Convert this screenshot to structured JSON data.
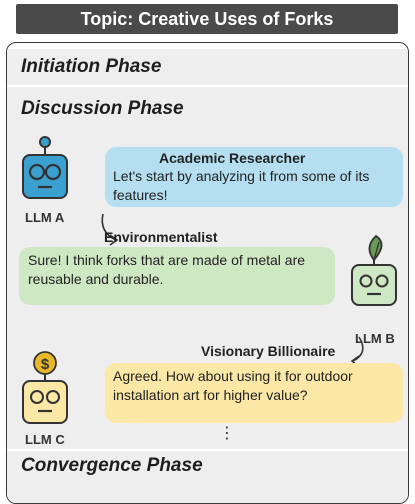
{
  "header": {
    "title": "Topic: Creative Uses of Forks"
  },
  "phases": {
    "initiation": "Initiation Phase",
    "discussion": "Discussion Phase",
    "convergence": "Convergence Phase"
  },
  "agents": {
    "a": {
      "label": "LLM A",
      "role": "Academic Researcher",
      "message": "Let's start by analyzing it from some of its features!",
      "color": "#3aa0d0",
      "bubble_color": "#b5dff0"
    },
    "b": {
      "label": "LLM B",
      "role": "Environmentalist",
      "message": "Sure! I think forks that are made of metal are reusable and durable.",
      "color": "#6a9a55",
      "bubble_color": "#cfe8c4"
    },
    "c": {
      "label": "LLM C",
      "role": "Visionary Billionaire",
      "message": "Agreed. How about using it for outdoor installation art for higher value?",
      "color": "#e8b82a",
      "bubble_color": "#fbe7a6"
    }
  },
  "continuation": "⋮",
  "icons": [
    "robot-a-icon",
    "robot-b-icon",
    "robot-c-icon",
    "leaf-icon",
    "dollar-coin-icon",
    "curved-arrow-icon"
  ]
}
